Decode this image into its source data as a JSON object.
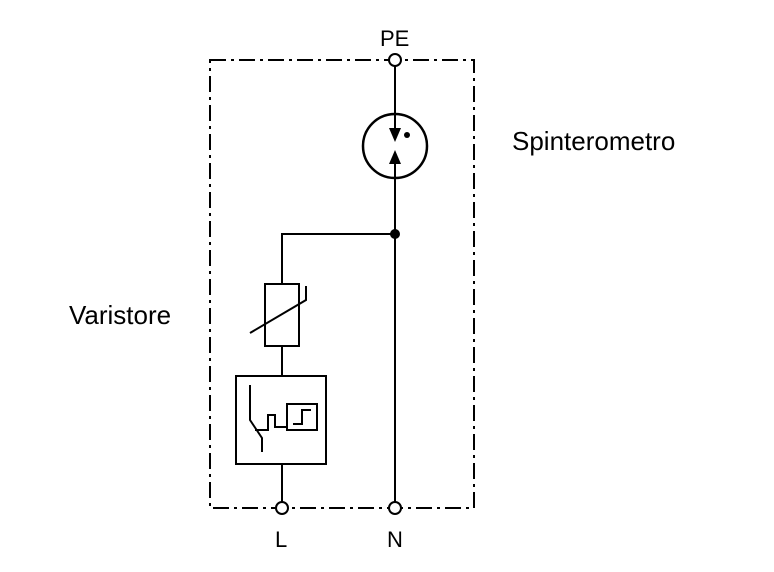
{
  "terminals": {
    "pe": "PE",
    "l": "L",
    "n": "N"
  },
  "components": {
    "spark_gap": "Spinterometro",
    "varistor": "Varistore"
  },
  "colors": {
    "line": "#000000",
    "background": "#ffffff"
  }
}
